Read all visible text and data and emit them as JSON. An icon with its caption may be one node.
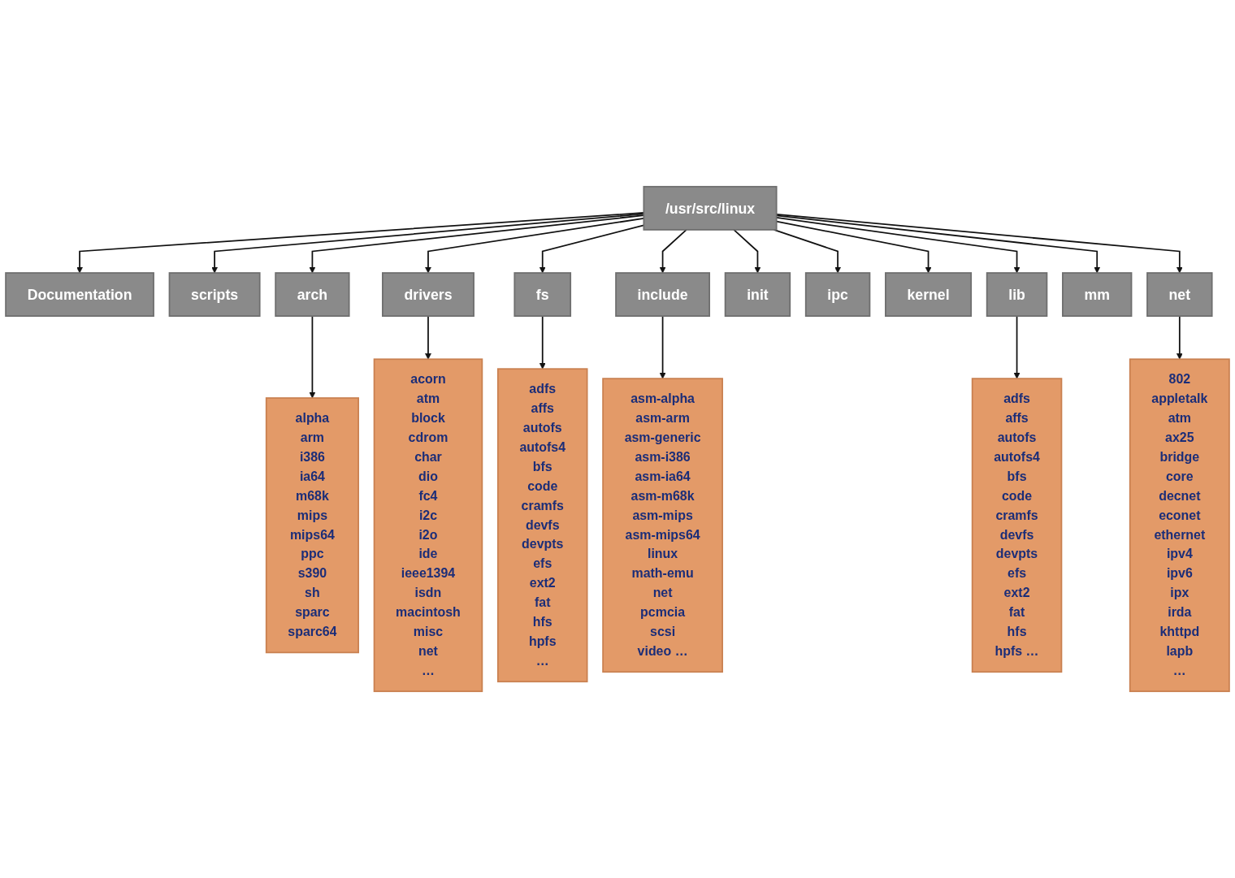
{
  "diagram": {
    "nodes": [
      {
        "text": [
          "/usr/src/linux"
        ]
      },
      {
        "text": [
          "Documentation"
        ]
      },
      {
        "text": [
          "scripts"
        ]
      },
      {
        "text": [
          "arch"
        ]
      },
      {
        "text": [
          "drivers"
        ]
      },
      {
        "text": [
          "fs"
        ]
      },
      {
        "text": [
          "include"
        ]
      },
      {
        "text": [
          "init"
        ]
      },
      {
        "text": [
          "ipc"
        ]
      },
      {
        "text": [
          "kernel"
        ]
      },
      {
        "text": [
          "lib"
        ]
      },
      {
        "text": [
          "mm"
        ]
      },
      {
        "text": [
          "net"
        ]
      },
      {
        "text": [
          "alpha",
          "arm",
          "i386",
          "ia64",
          "m68k",
          "mips",
          "mips64",
          "ppc",
          "s390",
          "sh",
          "sparc",
          "sparc64"
        ]
      },
      {
        "text": [
          "acorn",
          "atm",
          "block",
          "cdrom",
          "char",
          "dio",
          "fc4",
          "i2c",
          "i2o",
          "ide",
          "ieee1394",
          "isdn",
          "macintosh",
          "misc",
          "net",
          "…"
        ]
      },
      {
        "text": [
          "adfs",
          "affs",
          "autofs",
          "autofs4",
          "bfs",
          "code",
          "cramfs",
          "devfs",
          "devpts",
          "efs",
          "ext2",
          "fat",
          "hfs",
          "hpfs",
          "…"
        ]
      },
      {
        "text": [
          "asm-alpha",
          "asm-arm",
          "asm-generic",
          "asm-i386",
          "asm-ia64",
          "asm-m68k",
          "asm-mips",
          "asm-mips64",
          "linux",
          "math-emu",
          "net",
          "pcmcia",
          "scsi",
          "video …"
        ]
      },
      {
        "text": [
          "adfs",
          "affs",
          "autofs",
          "autofs4",
          "bfs",
          "code",
          "cramfs",
          "devfs",
          "devpts",
          "efs",
          "ext2",
          "fat",
          "hfs",
          "hpfs …"
        ]
      },
      {
        "text": [
          "802",
          "appletalk",
          "atm",
          "ax25",
          "bridge",
          "core",
          "decnet",
          "econet",
          "ethernet",
          "ipv4",
          "ipv6",
          "ipx",
          "irda",
          "khttpd",
          "lapb",
          "…"
        ]
      }
    ],
    "edges": [
      {
        "from": 0,
        "to": 1,
        "arrow": "to"
      },
      {
        "from": 0,
        "to": 2,
        "arrow": "to"
      },
      {
        "from": 0,
        "to": 3,
        "arrow": "to"
      },
      {
        "from": 0,
        "to": 4,
        "arrow": "to"
      },
      {
        "from": 0,
        "to": 5,
        "arrow": "to"
      },
      {
        "from": 0,
        "to": 6,
        "arrow": "to"
      },
      {
        "from": 0,
        "to": 7,
        "arrow": "to"
      },
      {
        "from": 0,
        "to": 8,
        "arrow": "to"
      },
      {
        "from": 0,
        "to": 9,
        "arrow": "to"
      },
      {
        "from": 0,
        "to": 10,
        "arrow": "to"
      },
      {
        "from": 0,
        "to": 11,
        "arrow": "to"
      },
      {
        "from": 0,
        "to": 12,
        "arrow": "to"
      },
      {
        "from": 3,
        "to": 13,
        "arrow": "to"
      },
      {
        "from": 4,
        "to": 14,
        "arrow": "to"
      },
      {
        "from": 5,
        "to": 15,
        "arrow": "to"
      },
      {
        "from": 6,
        "to": 16,
        "arrow": "to"
      },
      {
        "from": 10,
        "to": 17,
        "arrow": "to"
      },
      {
        "from": 12,
        "to": 18,
        "arrow": "to"
      }
    ]
  }
}
